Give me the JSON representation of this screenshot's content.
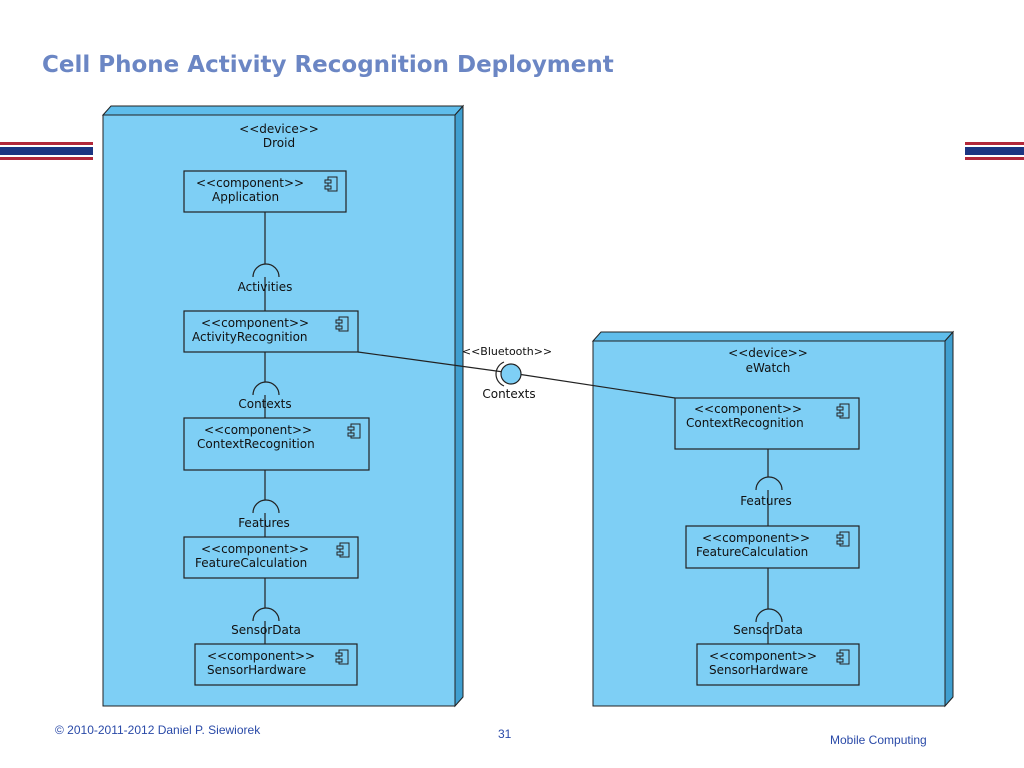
{
  "title": "Cell Phone Activity Recognition  Deployment",
  "colors": {
    "title": "#6b86c4",
    "node_fill": "#7ecff5",
    "node_top": "#5fbdeb",
    "node_side": "#3f9fd0",
    "stripe_red": "#b2283a",
    "stripe_blue": "#1c3582",
    "footer_text": "#2a4aa8"
  },
  "nodes": {
    "droid": {
      "stereotype": "<<device>>",
      "name": "Droid",
      "components": {
        "application": {
          "stereotype": "<<component>>",
          "name": "Application"
        },
        "activity_recognition": {
          "stereotype": "<<component>>",
          "name": "ActivityRecognition"
        },
        "context_recognition": {
          "stereotype": "<<component>>",
          "name": "ContextRecognition"
        },
        "feature_calculation": {
          "stereotype": "<<component>>",
          "name": "FeatureCalculation"
        },
        "sensor_hardware": {
          "stereotype": "<<component>>",
          "name": "SensorHardware"
        }
      },
      "interfaces": {
        "activities": "Activities",
        "contexts": "Contexts",
        "features": "Features",
        "sensor_data": "SensorData"
      }
    },
    "ewatch": {
      "stereotype": "<<device>>",
      "name": "eWatch",
      "components": {
        "context_recognition": {
          "stereotype": "<<component>>",
          "name": "ContextRecognition"
        },
        "feature_calculation": {
          "stereotype": "<<component>>",
          "name": "FeatureCalculation"
        },
        "sensor_hardware": {
          "stereotype": "<<component>>",
          "name": "SensorHardware"
        }
      },
      "interfaces": {
        "features": "Features",
        "sensor_data": "SensorData"
      }
    }
  },
  "bluetooth_link": {
    "stereotype": "<<Bluetooth>>",
    "interface": "Contexts"
  },
  "footer": {
    "copyright": "© 2010-2011-2012 Daniel P. Siewiorek",
    "page_number": "31",
    "course": "Mobile Computing"
  }
}
